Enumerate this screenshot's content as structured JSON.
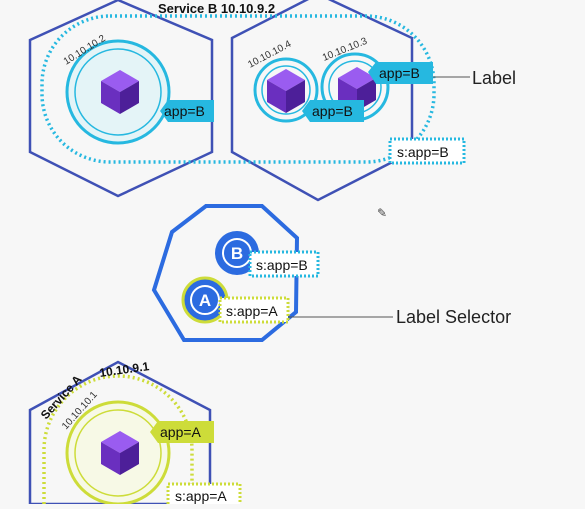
{
  "service_b": {
    "title": "Service B 10.10.9.2",
    "pods": [
      {
        "ip": "10.10.10.2",
        "label": "app=B"
      },
      {
        "ip": "10.10.10.4",
        "label": "app=B"
      },
      {
        "ip": "10.10.10.3",
        "label": "app=B"
      }
    ],
    "selector": "s:app=B"
  },
  "service_a": {
    "title": "Service A",
    "ip": "10.10.9.1",
    "pod_ip": "10.10.10.1",
    "label": "app=A",
    "selector": "s:app=A"
  },
  "proxy": {
    "b_icon": "B",
    "a_icon": "A",
    "b_selector": "s:app=B",
    "a_selector": "s:app=A"
  },
  "callouts": {
    "label": "Label",
    "label_selector": "Label Selector"
  },
  "colors": {
    "node": "#3f51b5",
    "cyan": "#26b8e0",
    "lime": "#cddc39",
    "purple": "#7e3fd3",
    "text": "#222222"
  }
}
